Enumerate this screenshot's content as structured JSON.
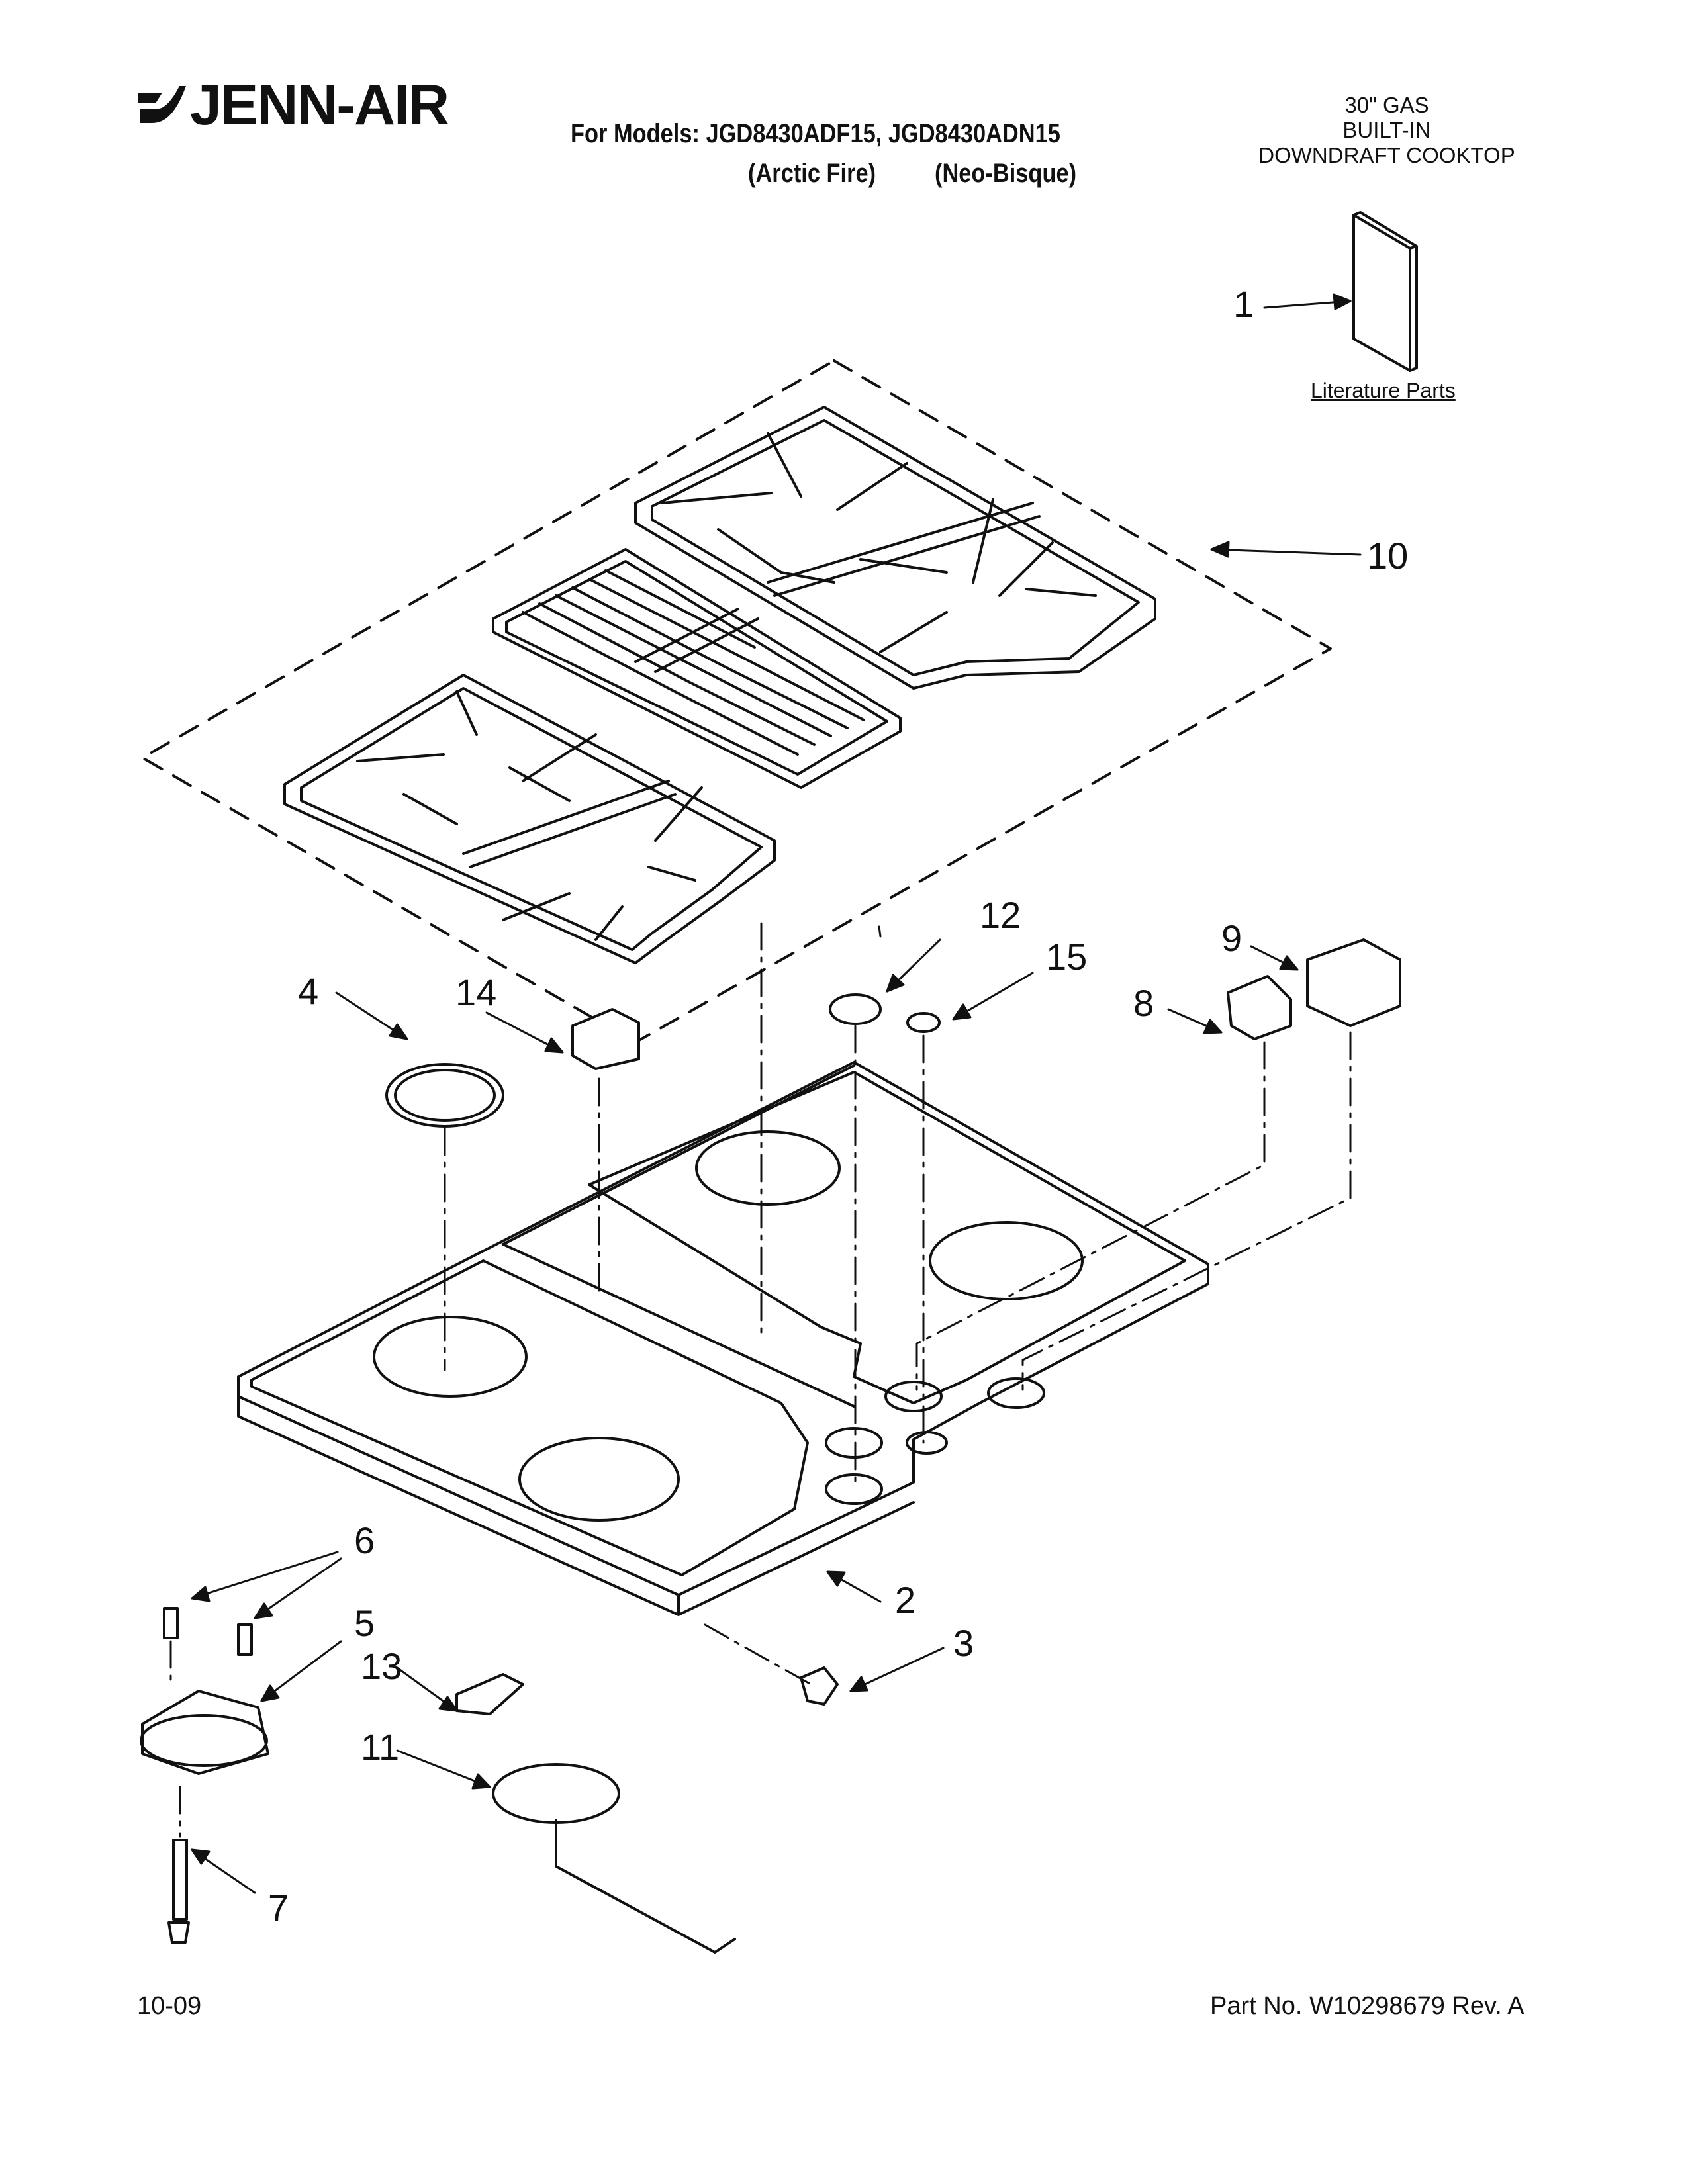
{
  "header": {
    "brand": "JENN-AIR",
    "models_line": "For Models: JGD8430ADF15, JGD8430ADN15",
    "color_1": "(Arctic Fire)",
    "color_2": "(Neo-Bisque)",
    "category_lines": [
      "30\" GAS",
      "BUILT-IN",
      "DOWNDRAFT COOKTOP"
    ]
  },
  "literature_label": "Literature Parts",
  "callouts": [
    "1",
    "2",
    "3",
    "4",
    "5",
    "6",
    "7",
    "8",
    "9",
    "10",
    "11",
    "12",
    "13",
    "14",
    "15"
  ],
  "footer": {
    "date_code": "10-09",
    "part_number": "Part No. W10298679 Rev. A"
  }
}
